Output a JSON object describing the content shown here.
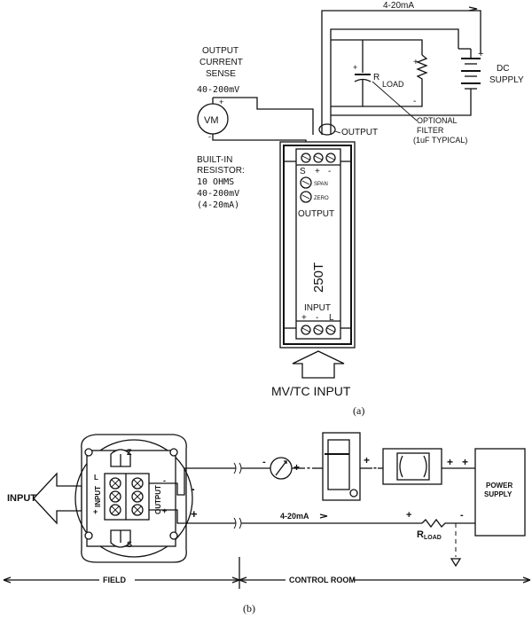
{
  "diagram_a": {
    "label_4_20ma_top": "4-20mA",
    "dc_supply": [
      "DC",
      "SUPPLY"
    ],
    "output_current_sense": [
      "OUTPUT",
      "CURRENT",
      "SENSE"
    ],
    "mv_range": "40-200mV",
    "vm": "VM",
    "r_load": [
      "R",
      "LOAD"
    ],
    "output_label": "OUTPUT",
    "optional_filter": [
      "OPTIONAL",
      "FILTER",
      "(1uF TYPICAL)"
    ],
    "builtin_resistor": [
      "BUILT-IN",
      "RESISTOR:",
      "10 OHMS",
      "40-200mV",
      "(4-20mA)"
    ],
    "terminals_top": [
      "S",
      "+",
      "-"
    ],
    "span": "SPAN",
    "zero": "ZERO",
    "module_output": "OUTPUT",
    "model": "250T",
    "module_input": "INPUT",
    "terminals_bottom": [
      "+",
      "-",
      "L"
    ],
    "mv_tc_input": "MV/TC INPUT",
    "caption": "(a)"
  },
  "diagram_b": {
    "input_arrow": "INPUT",
    "block_input": "INPUT",
    "block_output": "OUTPUT",
    "terminal_L": "L",
    "terminal_plus": "+",
    "terminal_minus": "-",
    "knob_z": "Z",
    "knob_s": "S",
    "wire_minus": "-",
    "wire_plus": "+",
    "label_4_20ma": "4-20mA",
    "r_load": "R",
    "r_load_sub": "LOAD",
    "power_supply": [
      "POWER",
      "SUPPLY"
    ],
    "field": "FIELD",
    "control_room": "CONTROL ROOM",
    "caption": "(b)"
  }
}
